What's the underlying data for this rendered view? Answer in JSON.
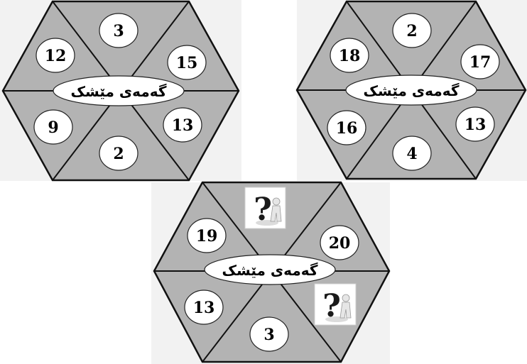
{
  "puzzles": [
    {
      "id": "top-left",
      "center_label": "گەمەی مێشک",
      "cells": [
        {
          "slot": "top",
          "value": "3"
        },
        {
          "slot": "upper-right",
          "value": "15"
        },
        {
          "slot": "lower-right",
          "value": "13"
        },
        {
          "slot": "bottom",
          "value": "2"
        },
        {
          "slot": "lower-left",
          "value": "9"
        },
        {
          "slot": "upper-left",
          "value": "12"
        }
      ]
    },
    {
      "id": "top-right",
      "center_label": "گەمەی مێشک",
      "cells": [
        {
          "slot": "top",
          "value": "2"
        },
        {
          "slot": "upper-right",
          "value": "17"
        },
        {
          "slot": "lower-right",
          "value": "13"
        },
        {
          "slot": "bottom",
          "value": "4"
        },
        {
          "slot": "lower-left",
          "value": "16"
        },
        {
          "slot": "upper-left",
          "value": "18"
        }
      ]
    },
    {
      "id": "bottom",
      "center_label": "گەمەی مێشک",
      "cells": [
        {
          "slot": "top",
          "value": null,
          "icon": "question-mark-figure-icon"
        },
        {
          "slot": "upper-right",
          "value": "20"
        },
        {
          "slot": "lower-right",
          "value": null,
          "icon": "question-mark-figure-icon"
        },
        {
          "slot": "bottom",
          "value": "3"
        },
        {
          "slot": "lower-left",
          "value": "13"
        },
        {
          "slot": "upper-left",
          "value": "19"
        }
      ]
    }
  ],
  "colors": {
    "hexagon_fill": "#b3b3b3",
    "outline": "#111111",
    "panel_background": "#f2f2f2"
  }
}
